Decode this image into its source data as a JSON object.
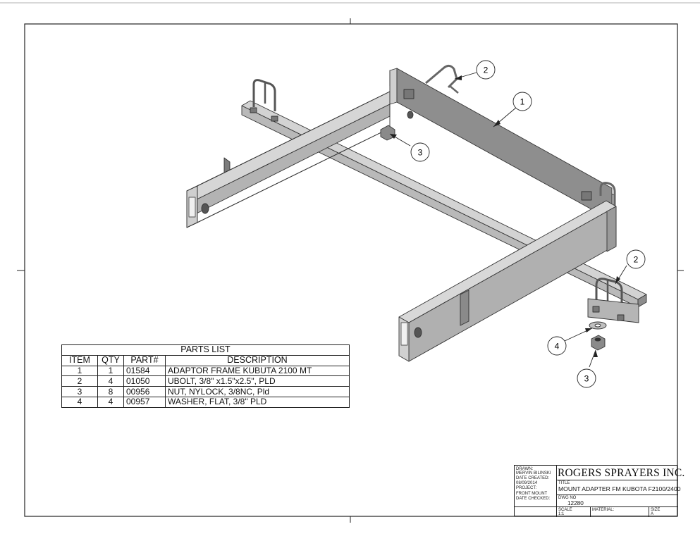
{
  "parts_list": {
    "title": "PARTS LIST",
    "headers": [
      "ITEM",
      "QTY",
      "PART#",
      "DESCRIPTION"
    ],
    "rows": [
      [
        "1",
        "1",
        "01584",
        "ADAPTOR FRAME KUBUTA 2100 MT"
      ],
      [
        "2",
        "4",
        "01050",
        "UBOLT, 3/8\" x1.5\"x2.5\", PLD"
      ],
      [
        "3",
        "8",
        "00956",
        "NUT, NYLOCK, 3/8NC, Pld"
      ],
      [
        "4",
        "4",
        "00957",
        "WASHER, FLAT, 3/8\" PLD"
      ]
    ]
  },
  "balloons": [
    {
      "id": "balloon-1",
      "label": "1"
    },
    {
      "id": "balloon-2-top",
      "label": "2"
    },
    {
      "id": "balloon-3-top",
      "label": "3"
    },
    {
      "id": "balloon-2-right",
      "label": "2"
    },
    {
      "id": "balloon-4",
      "label": "4"
    },
    {
      "id": "balloon-3-bottom",
      "label": "3"
    }
  ],
  "title_block": {
    "drawn_label": "DRAWN:",
    "drawn_by": "MERVIN BILINSKI",
    "date_created_label": "DATE CREATED:",
    "date_created": "08/09/2014",
    "project_label": "PROJECT:",
    "project": "FRONT MOUNT",
    "date_checked_label": "DATE CHECKED:",
    "company": "ROGERS SPRAYERS INC.",
    "title_label": "TITLE",
    "title": "MOUNT ADAPTER FM KUBOTA F2100/2400",
    "dwg_no_label": "DWG NO",
    "dwg_no": "12280",
    "scale_label": "SCALE",
    "scale": "1:1",
    "material_label": "MATERIAL:",
    "size_label": "SIZE",
    "size": "A"
  },
  "colors": {
    "line": "#222222",
    "steel_light": "#c9c9c9",
    "steel_mid": "#a9a9a9",
    "steel_dark": "#6f6f6f",
    "plate_dark": "#8c8c8c"
  }
}
